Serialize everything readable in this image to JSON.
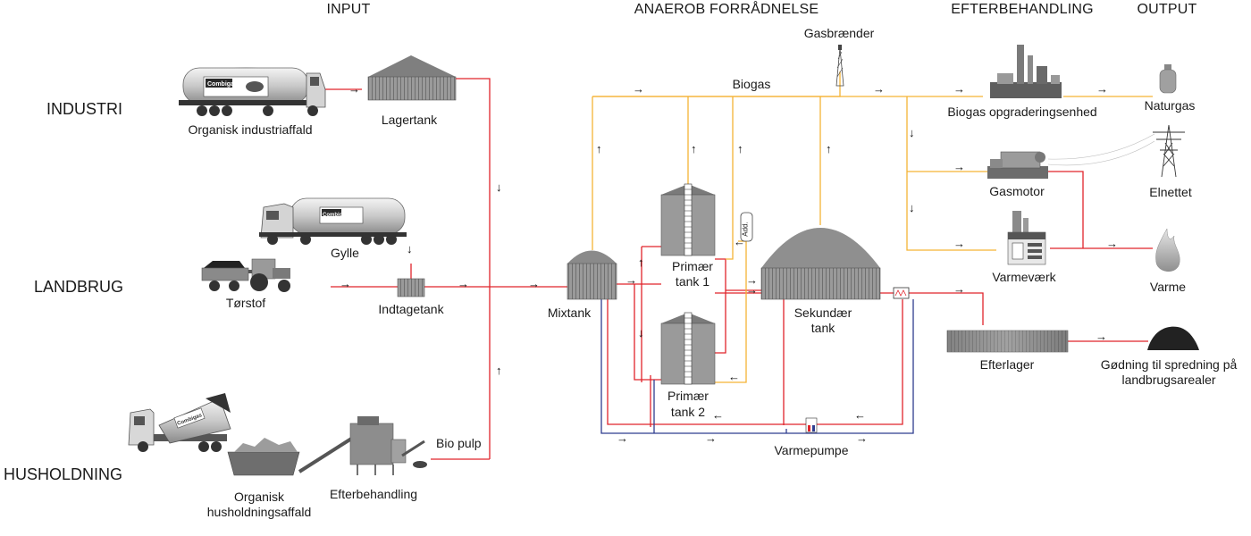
{
  "headers": {
    "input": "INPUT",
    "anaerob": "ANAEROB FORRÅDNELSE",
    "efterbehandling": "EFTERBEHANDLING",
    "output": "OUTPUT"
  },
  "rows": {
    "industri": "INDUSTRI",
    "landbrug": "LANDBRUG",
    "husholdning": "HUSHOLDNING"
  },
  "labels": {
    "organisk_industriaffald": "Organisk industriaffald",
    "lagertank": "Lagertank",
    "gylle": "Gylle",
    "torstof": "Tørstof",
    "indtagetank": "Indtagetank",
    "bio_pulp": "Bio pulp",
    "organisk_hus_1": "Organisk",
    "organisk_hus_2": "husholdningsaffald",
    "efterbehandling_machine": "Efterbehandling",
    "mixtank": "Mixtank",
    "primaer1_a": "Primær",
    "primaer1_b": "tank 1",
    "primaer2_a": "Primær",
    "primaer2_b": "tank 2",
    "add": "Add.",
    "sekundaer_a": "Sekundær",
    "sekundaer_b": "tank",
    "gasbraender": "Gasbrænder",
    "biogas": "Biogas",
    "varmepumpe": "Varmepumpe",
    "biogas_opgradering": "Biogas opgraderingsenhed",
    "naturgas": "Naturgas",
    "gasmotor": "Gasmotor",
    "elnettet": "Elnettet",
    "varmevaerk": "Varmeværk",
    "varme": "Varme",
    "efterlager": "Efterlager",
    "godning_a": "Gødning til spredning på",
    "godning_b": "landbrugsarealer"
  },
  "truck_brand": "Combigas",
  "colors": {
    "red_line": "#e0242b",
    "yellow_line": "#f5b335",
    "blue_line": "#2f3d8f",
    "tank_gray": "#8c8c8c",
    "tank_dark": "#5e5e5e"
  },
  "icons": [
    "tanker-truck-icon",
    "storage-tank-icon",
    "tractor-icon",
    "tipper-truck-icon",
    "sorting-plant-icon",
    "gas-flare-icon",
    "upgrading-unit-icon",
    "gas-bottle-icon",
    "engine-icon",
    "power-pylon-icon",
    "heating-plant-icon",
    "flame-icon",
    "soil-pile-icon"
  ]
}
